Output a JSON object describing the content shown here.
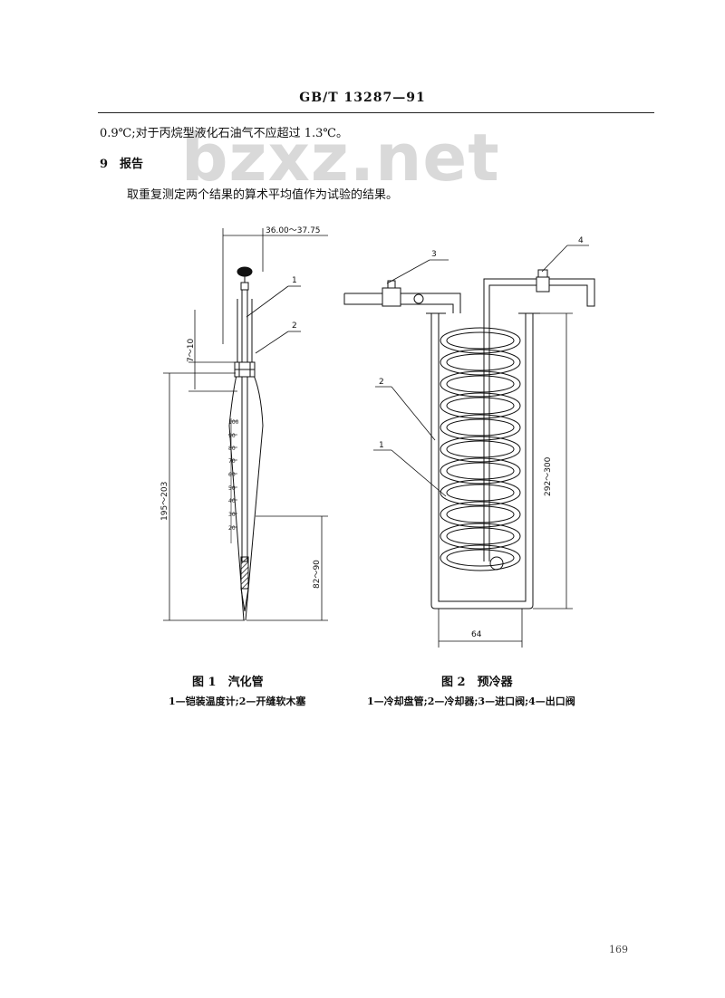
{
  "header": {
    "standard_code": "GB/T 13287—91"
  },
  "watermark": "bzxz.net",
  "body": {
    "line_continued": "0.9℃;对于丙烷型液化石油气不应超过 1.3℃。",
    "section_9_heading": "9　报告",
    "section_9_text": "取重复测定两个结果的算术平均值作为试验的结果。"
  },
  "figure1": {
    "caption": "图 1　汽化管",
    "legend": "1—铠装温度计;2—开缝软木塞",
    "dim_top": "36.00～37.75",
    "dim_stopper": "7～10",
    "dim_length": "195～203",
    "dim_bottom": "82～90",
    "callout_1": "1",
    "callout_2": "2",
    "scale_labels": [
      "100",
      "90",
      "80",
      "70",
      "60",
      "50",
      "40",
      "30",
      "20"
    ]
  },
  "figure2": {
    "caption": "图 2　预冷器",
    "legend": "1—冷却盘管;2—冷却器;3—进口阀;4—出口阀",
    "dim_height": "292～300",
    "dim_width": "64",
    "callout_1": "1",
    "callout_2": "2",
    "callout_3": "3",
    "callout_4": "4"
  },
  "page_number": "169"
}
